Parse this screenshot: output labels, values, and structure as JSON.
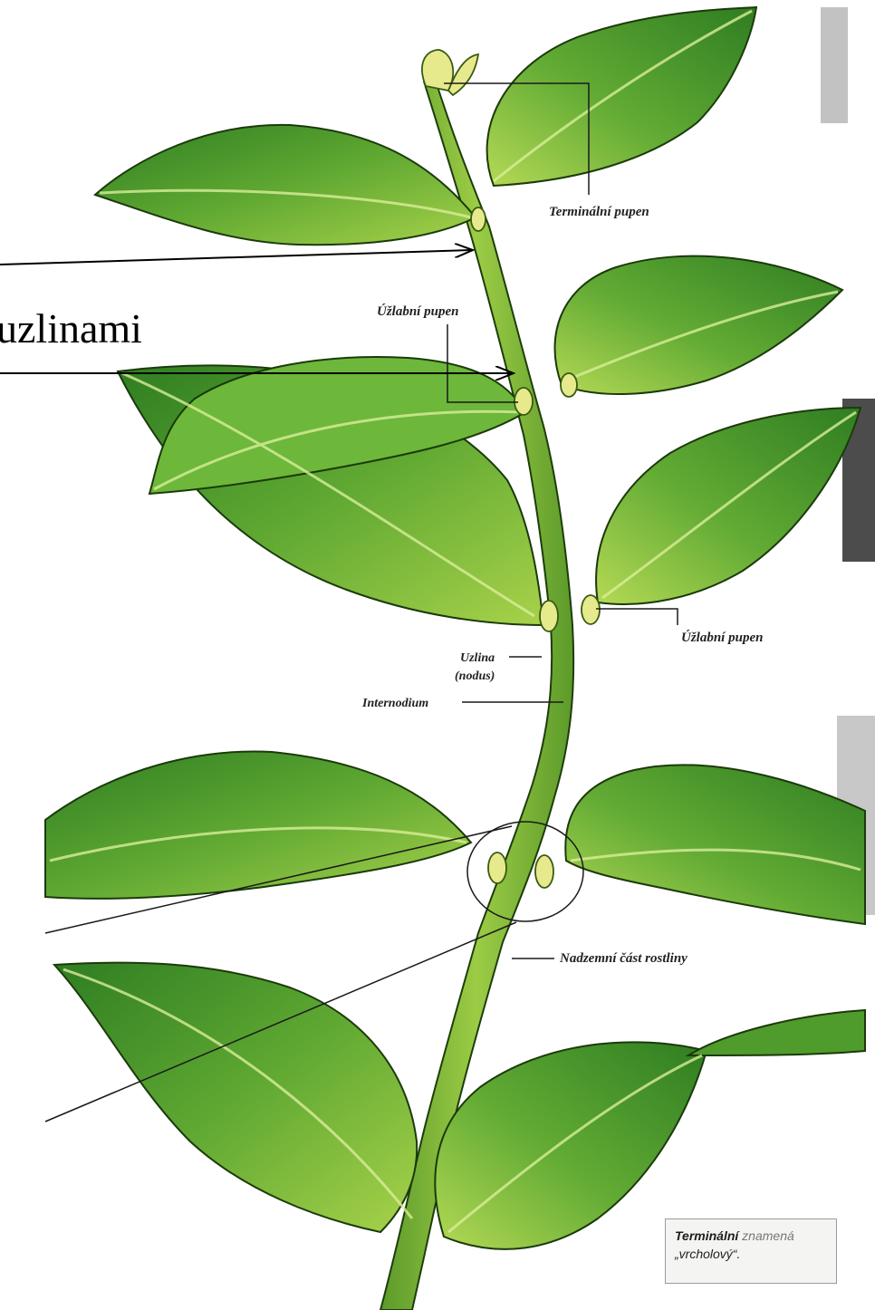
{
  "overlay_text": "uzlinami",
  "labels": {
    "terminal_bud": "Terminální pupen",
    "axillary_bud_upper": "Úžlabní pupen",
    "axillary_bud_lower": "Úžlabní pupen",
    "node": "Uzlina",
    "node_latin": "(nodus)",
    "internode": "Internodium",
    "aerial_part": "Nadzemní část rostliny"
  },
  "note": {
    "term": "Terminální",
    "verb": "znamená",
    "meaning": "„vrcholový“."
  },
  "colors": {
    "leaf_dark": "#2f7d22",
    "leaf_mid": "#5fa832",
    "leaf_light": "#a8d24a",
    "stem": "#7fb83a",
    "bud": "#e6ea8c"
  }
}
